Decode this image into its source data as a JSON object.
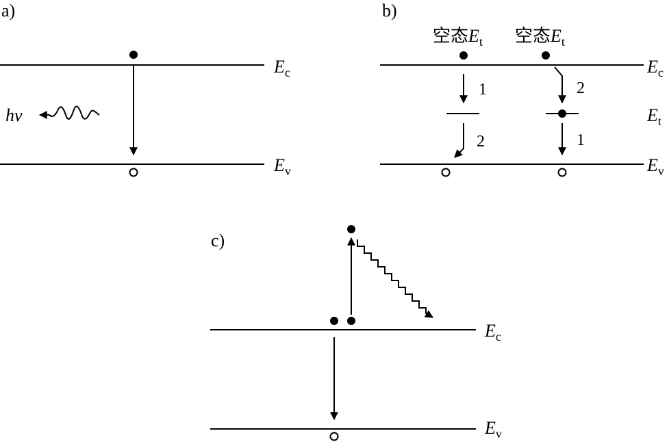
{
  "panels": {
    "a": {
      "label": "a)",
      "ec_main": "E",
      "ec_sub": "c",
      "ev_main": "E",
      "ev_sub": "v",
      "photon": "hν"
    },
    "b": {
      "label": "b)",
      "empty_state_left_prefix": "空态",
      "empty_state_left_main": "E",
      "empty_state_left_sub": "t",
      "empty_state_right_prefix": "空态",
      "empty_state_right_main": "E",
      "empty_state_right_sub": "t",
      "ec_main": "E",
      "ec_sub": "c",
      "et_main": "E",
      "et_sub": "t",
      "ev_main": "E",
      "ev_sub": "v",
      "step_left_1": "1",
      "step_left_2": "2",
      "step_right_2": "2",
      "step_right_1": "1"
    },
    "c": {
      "label": "c)",
      "ec_main": "E",
      "ec_sub": "c",
      "ev_main": "E",
      "ev_sub": "v"
    }
  },
  "colors": {
    "ink": "#000000",
    "background": "#ffffff"
  },
  "icons": {
    "electron": "filled-circle-icon",
    "hole": "open-circle-icon",
    "transition": "arrow-down-icon",
    "photon": "wavy-arrow-icon",
    "phonon_cascade": "staircase-arrow-icon"
  }
}
